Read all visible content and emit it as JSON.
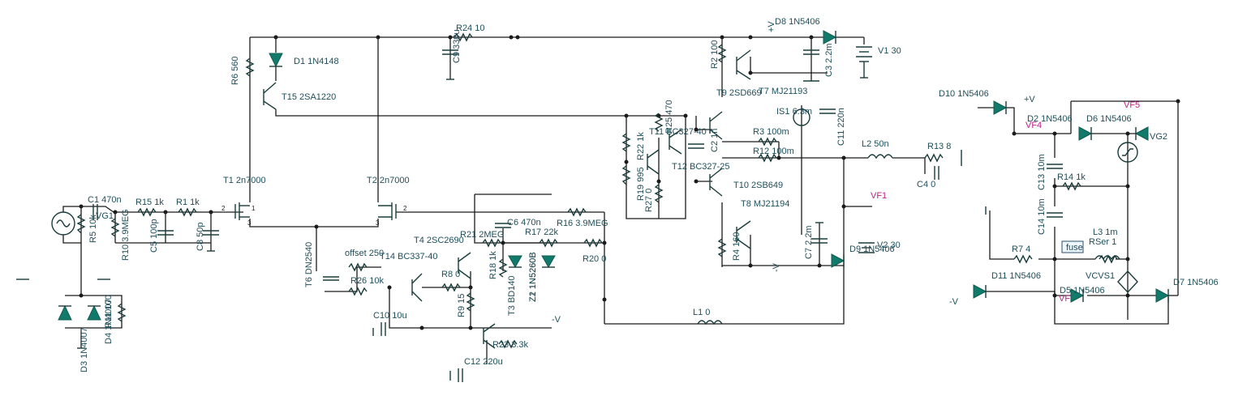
{
  "schematic": {
    "components": {
      "R24": "R24 10",
      "C9": "C9 330u",
      "D8": "D8 1N5406",
      "V1": "V1 30",
      "plusV": "+V",
      "C3": "C3 2.2m",
      "R2": "R2 100",
      "T9": "T9 2SD669",
      "T7": "T7 MJ21193",
      "IS1": "IS1 6.3m",
      "C11": "C11 220n",
      "R6": "R6 560",
      "D1": "D1 1N4148",
      "T15": "T15 2SA1220",
      "R25": "R25 470",
      "T11": "T11 BC327-40",
      "C2": "C2 1n",
      "R22": "R22 1k",
      "R19": "R19 995",
      "R27": "R27 0",
      "T12": "T12 BC327-25",
      "R3": "R3 100m",
      "R12": "R12 100m",
      "T10": "T10 2SB649",
      "T8": "T8 MJ21194",
      "L2": "L2 50n",
      "R13": "R13 8",
      "C4": "C4 0",
      "VF1": "VF1",
      "T1": "T1 2n7000",
      "T2": "T2 2n7000",
      "C1": "C1 470n",
      "R15": "R15 1k",
      "R1": "R1 1k",
      "R5": "R5 10k",
      "VG1": "VG1",
      "R10": "R10 3.9MEG",
      "C5": "C5 100p",
      "C8": "C8 50p",
      "C6": "C6 470n",
      "R21": "R21 2MEG",
      "R16": "R16 3.9MEG",
      "R17": "R17 22k",
      "T4": "T4 2SC2690",
      "T14": "T14 BC337-40",
      "offset": "offset 250",
      "R26": "R26 10k",
      "T6": "T6 DN2540",
      "R8": "R8 0",
      "R18": "R18 1k",
      "R9": "R9 15",
      "T3": "T3 BD140",
      "Z1": "Z1 1N5260B",
      "Z2": "Z2 1N5260B",
      "R20": "R20 0",
      "R4": "R4 160",
      "C7": "C7 2.2m",
      "D9": "D9 1N5406",
      "V2": "V2 30",
      "minusV": "-V",
      "C10": "C10 10u",
      "L1": "L1 0",
      "R23": "R23 3.3k",
      "C12": "C12 220u",
      "D3": "D3 1N4007",
      "D4": "D4 1N4007",
      "R11": "R11 100",
      "D10": "D10 1N5406",
      "VF4": "VF4",
      "D2": "D2 1N5406",
      "D6": "D6 1N5406",
      "VF5": "VF5",
      "VG2": "VG2",
      "C13": "C13 10m",
      "R14": "R14 1k",
      "C14": "C14 10m",
      "R7": "R7 4",
      "fuse": "fuse",
      "L3": "L3 1m",
      "RSer": "RSer 1",
      "VCVS1": "VCVS1",
      "D11": "D11 1N5406",
      "D5": "D5 1N5406",
      "VF": "VF",
      "D7": "D7 1N5406"
    },
    "nodes": {
      "n2a": "2",
      "n3a": "3",
      "n2b": "2",
      "n3b": "3",
      "n1": "1"
    }
  }
}
